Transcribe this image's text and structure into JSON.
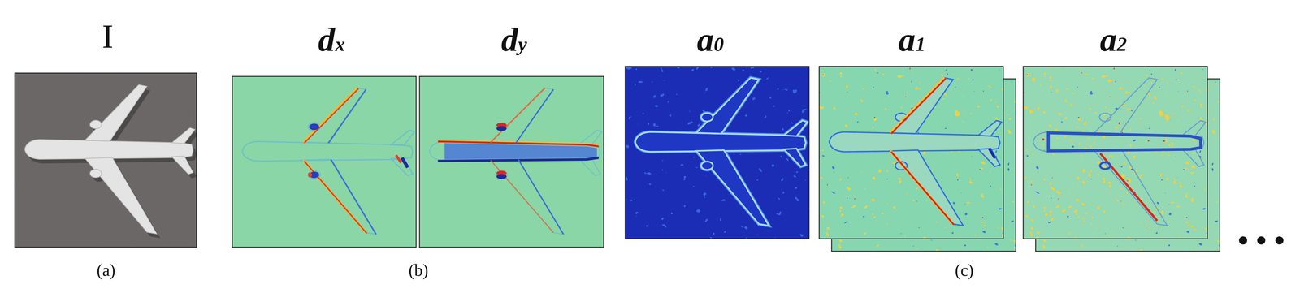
{
  "diagram": {
    "labels": [
      "I",
      "dx",
      "dy",
      "a0",
      "a1",
      "a2",
      "(a)",
      "(b)",
      "(c)"
    ]
  }
}
